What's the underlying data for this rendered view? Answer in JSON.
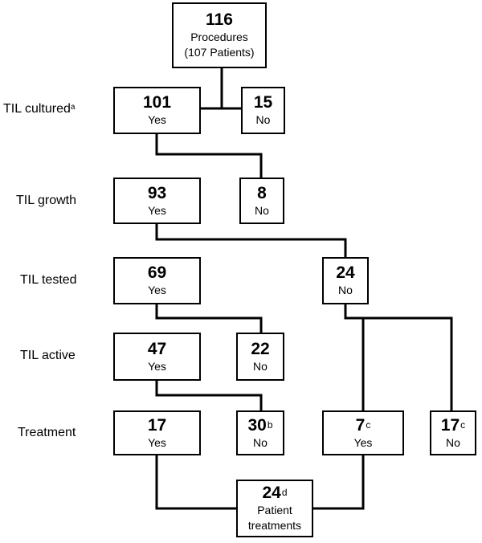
{
  "rows": {
    "cultured": {
      "label": "TIL cultured",
      "sup": "a"
    },
    "growth": {
      "label": "TIL growth"
    },
    "tested": {
      "label": "TIL tested"
    },
    "active": {
      "label": "TIL active"
    },
    "treatment": {
      "label": "Treatment"
    }
  },
  "nodes": {
    "procedures": {
      "value": "116",
      "line1": "Procedures",
      "line2": "(107 Patients)"
    },
    "cultured_yes": {
      "value": "101",
      "text": "Yes"
    },
    "cultured_no": {
      "value": "15",
      "text": "No"
    },
    "growth_yes": {
      "value": "93",
      "text": "Yes"
    },
    "growth_no": {
      "value": "8",
      "text": "No"
    },
    "tested_yes": {
      "value": "69",
      "text": "Yes"
    },
    "tested_no": {
      "value": "24",
      "text": "No"
    },
    "active_yes": {
      "value": "47",
      "text": "Yes"
    },
    "active_no": {
      "value": "22",
      "text": "No"
    },
    "treat_yes": {
      "value": "17",
      "text": "Yes"
    },
    "treat_no": {
      "value": "30",
      "sup": "b",
      "text": "No"
    },
    "untested_treat_yes": {
      "value": "7",
      "sup": "c",
      "text": "Yes"
    },
    "untested_treat_no": {
      "value": "17",
      "sup": "c",
      "text": "No"
    },
    "patient_treatments": {
      "value": "24",
      "sup": "d",
      "line1": "Patient",
      "line2": "treatments"
    }
  }
}
